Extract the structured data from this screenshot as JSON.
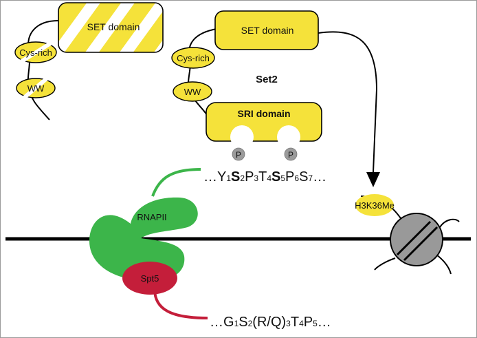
{
  "colors": {
    "border": "#9a9a9a",
    "domain_fill": "#f5e23a",
    "rnapii_fill": "#3cb54a",
    "spt5_fill": "#c41e3a",
    "nucleosome_fill": "#999999",
    "line": "#000000"
  },
  "left_protein": {
    "set_domain": "SET domain",
    "cys_rich": "Cys-rich",
    "ww": "WW"
  },
  "set2": {
    "title": "Set2",
    "set_domain": "SET domain",
    "cys_rich": "Cys-rich",
    "ww": "WW",
    "sri_domain": "SRI domain",
    "phospho_1": "P",
    "phospho_2": "P"
  },
  "ctd_sequence": {
    "lead": "…",
    "items": [
      {
        "residue": "Y",
        "index": "1",
        "bold": false
      },
      {
        "residue": "S",
        "index": "2",
        "bold": true
      },
      {
        "residue": "P",
        "index": "3",
        "bold": false
      },
      {
        "residue": "T",
        "index": "4",
        "bold": false
      },
      {
        "residue": "S",
        "index": "5",
        "bold": true
      },
      {
        "residue": "P",
        "index": "6",
        "bold": false
      },
      {
        "residue": "S",
        "index": "7",
        "bold": false
      }
    ],
    "trail": "…"
  },
  "spt5_sequence": {
    "lead": "…",
    "items": [
      {
        "residue": "G",
        "index": "1"
      },
      {
        "residue": "S",
        "index": "2"
      },
      {
        "residue": "(R/Q)",
        "index": "3"
      },
      {
        "residue": "T",
        "index": "4"
      },
      {
        "residue": "P",
        "index": "5"
      }
    ],
    "trail": "…"
  },
  "rnapii_label": "RNAPII",
  "spt5_label": "Spt5",
  "h3k36me_label": "H3K36Me"
}
